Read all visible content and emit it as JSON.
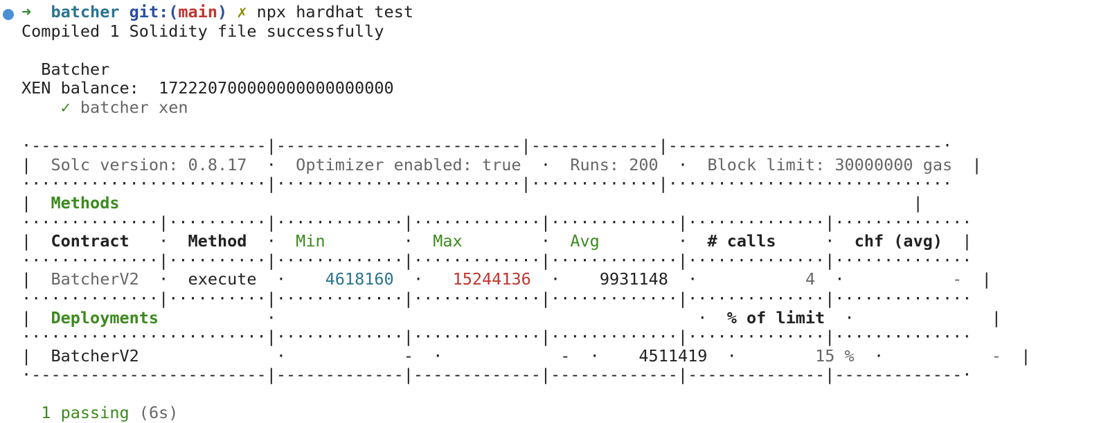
{
  "prompt": {
    "arrow": "➜",
    "directory": "batcher",
    "git_label": "git:(",
    "branch": "main",
    "git_close": ")",
    "dirty_mark": "✗",
    "command": "npx hardhat test"
  },
  "output": {
    "compiled": "Compiled 1 Solidity file successfully",
    "suite": "Batcher",
    "balance_label": "XEN balance:",
    "balance_value": "172220700000000000000000",
    "check": "✓",
    "test_name": "batcher xen"
  },
  "gas_report": {
    "solc": "Solc version: 0.8.17",
    "optimizer": "Optimizer enabled: true",
    "runs": "Runs: 200",
    "block_limit": "Block limit: 30000000 gas",
    "methods_heading": "Methods",
    "headers": {
      "contract": "Contract",
      "method": "Method",
      "min": "Min",
      "max": "Max",
      "avg": "Avg",
      "calls": "# calls",
      "chf": "chf (avg)"
    },
    "method_row": {
      "contract": "BatcherV2",
      "method": "execute",
      "min": "4618160",
      "max": "15244136",
      "avg": "9931148",
      "calls": "4",
      "chf": "-"
    },
    "deployments_heading": "Deployments",
    "percent_limit_heading": "% of limit",
    "deployment_row": {
      "contract": "BatcherV2",
      "min": "-",
      "max": "-",
      "avg": "4511419",
      "percent": "15 %",
      "chf": "-"
    }
  },
  "summary": {
    "passing": "1 passing",
    "time": "(6s)"
  }
}
